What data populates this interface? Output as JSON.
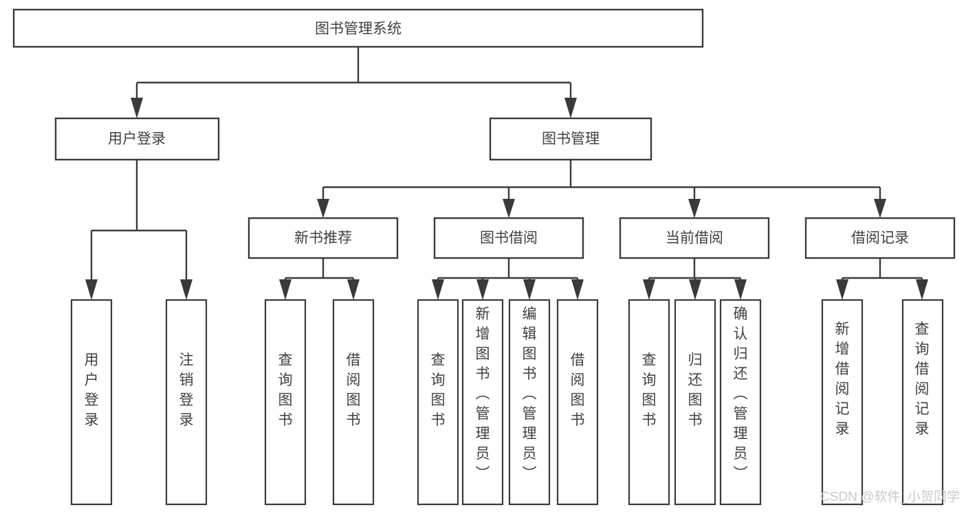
{
  "diagram": {
    "title": "图书管理系统",
    "type": "hierarchy-tree",
    "orientation": "top-down",
    "colors": {
      "box_stroke": "#3a3a3a",
      "box_fill": "#ffffff",
      "text": "#404040",
      "connector": "#3a3a3a",
      "background": "#ffffff",
      "watermark": "#c9c9c9"
    },
    "root": {
      "label": "图书管理系统",
      "orientation": "horizontal"
    },
    "level1": [
      {
        "label": "用户登录",
        "orientation": "horizontal"
      },
      {
        "label": "图书管理",
        "orientation": "horizontal"
      }
    ],
    "level2": [
      {
        "label": "新书推荐",
        "orientation": "horizontal",
        "parent": "图书管理"
      },
      {
        "label": "图书借阅",
        "orientation": "horizontal",
        "parent": "图书管理"
      },
      {
        "label": "当前借阅",
        "orientation": "horizontal",
        "parent": "图书管理"
      },
      {
        "label": "借阅记录",
        "orientation": "horizontal",
        "parent": "图书管理"
      }
    ],
    "leaves": {
      "user_login": [
        {
          "label": "用户登录",
          "orientation": "vertical"
        },
        {
          "label": "注销登录",
          "orientation": "vertical"
        }
      ],
      "new_book_recommend": [
        {
          "label": "查询图书",
          "orientation": "vertical"
        },
        {
          "label": "借阅图书",
          "orientation": "vertical"
        }
      ],
      "book_borrow": [
        {
          "label": "查询图书",
          "orientation": "vertical"
        },
        {
          "label": "新增图书（管理员）",
          "orientation": "vertical"
        },
        {
          "label": "编辑图书（管理员）",
          "orientation": "vertical"
        },
        {
          "label": "借阅图书",
          "orientation": "vertical"
        }
      ],
      "current_borrow": [
        {
          "label": "查询图书",
          "orientation": "vertical"
        },
        {
          "label": "归还图书",
          "orientation": "vertical"
        },
        {
          "label": "确认归还（管理员）",
          "orientation": "vertical"
        }
      ],
      "borrow_record": [
        {
          "label": "新增借阅记录",
          "orientation": "vertical"
        },
        {
          "label": "查询借阅记录",
          "orientation": "vertical"
        }
      ]
    },
    "watermark": "CSDN @软件_小贺同学"
  }
}
